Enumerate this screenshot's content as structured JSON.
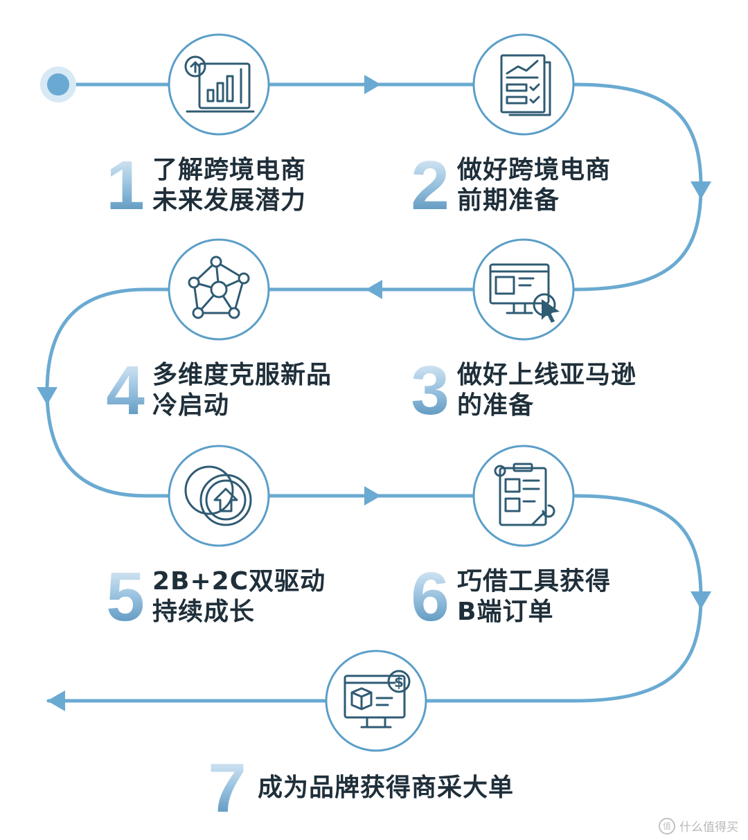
{
  "colors": {
    "path": "#6aaad2",
    "icon": "#2f5b73",
    "text": "#1f2f3a"
  },
  "steps": [
    {
      "num": "1",
      "line1": "了解跨境电商",
      "line2": "未来发展潜力",
      "icon": "chart-upload-icon"
    },
    {
      "num": "2",
      "line1": "做好跨境电商",
      "line2": "前期准备",
      "icon": "report-checklist-icon"
    },
    {
      "num": "3",
      "line1": "做好上线亚马逊",
      "line2": "的准备",
      "icon": "monitor-click-icon"
    },
    {
      "num": "4",
      "line1": "多维度克服新品",
      "line2": "冷启动",
      "icon": "network-icon"
    },
    {
      "num": "5",
      "line1": "2B+2C双驱动",
      "line2": "持续成长",
      "icon": "coin-up-icon"
    },
    {
      "num": "6",
      "line1": "巧借工具获得",
      "line2": "B端订单",
      "icon": "clipboard-tools-icon"
    },
    {
      "num": "7",
      "line1": "成为品牌获得商采大单",
      "line2": "",
      "icon": "monitor-package-dollar-icon"
    }
  ],
  "watermark": {
    "text": "什么值得买",
    "logo": "值"
  }
}
